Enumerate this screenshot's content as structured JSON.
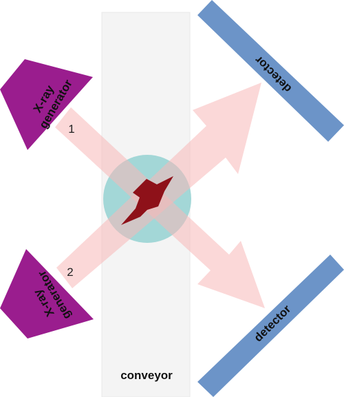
{
  "labels": {
    "generator_top": [
      "X-ray",
      "generator"
    ],
    "generator_bottom": [
      "X-ray",
      "generator"
    ],
    "detector_top": "detector",
    "detector_bottom": "detector",
    "conveyor": "conveyor",
    "beam_1": "1",
    "beam_2": "2"
  },
  "colors": {
    "generator": "#9a1d8e",
    "detector": "#6c94c8",
    "conveyor": "#f4f4f4",
    "beam": "#f9c8c8",
    "object_zone": "#8fcfcf",
    "object": "#8e1119"
  }
}
